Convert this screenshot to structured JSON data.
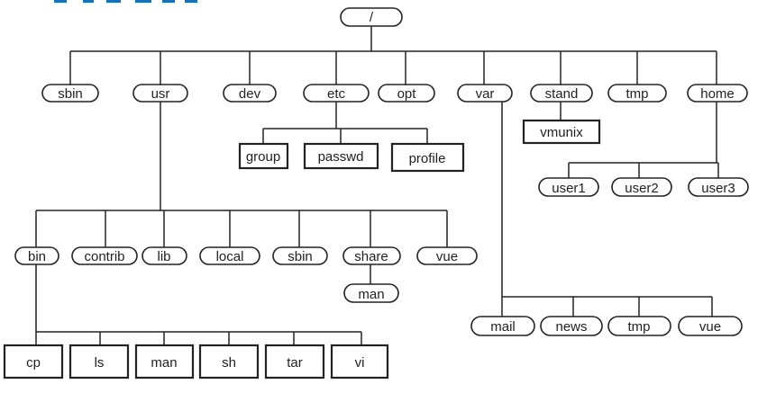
{
  "root": "/",
  "top_level": [
    "sbin",
    "usr",
    "dev",
    "etc",
    "opt",
    "var",
    "stand",
    "tmp",
    "home"
  ],
  "etc_files": [
    "group",
    "passwd",
    "profile"
  ],
  "stand_files": [
    "vmunix"
  ],
  "home_dirs": [
    "user1",
    "user2",
    "user3"
  ],
  "usr_dirs": [
    "bin",
    "contrib",
    "lib",
    "local",
    "sbin",
    "share",
    "vue"
  ],
  "share_dirs": [
    "man"
  ],
  "bin_files": [
    "cp",
    "ls",
    "man",
    "sh",
    "tar",
    "vi"
  ],
  "var_dirs": [
    "mail",
    "news",
    "tmp",
    "vue"
  ],
  "colors": {
    "line": "#222222",
    "background": "#ffffff",
    "accent_strip": "#1a6fb3"
  }
}
